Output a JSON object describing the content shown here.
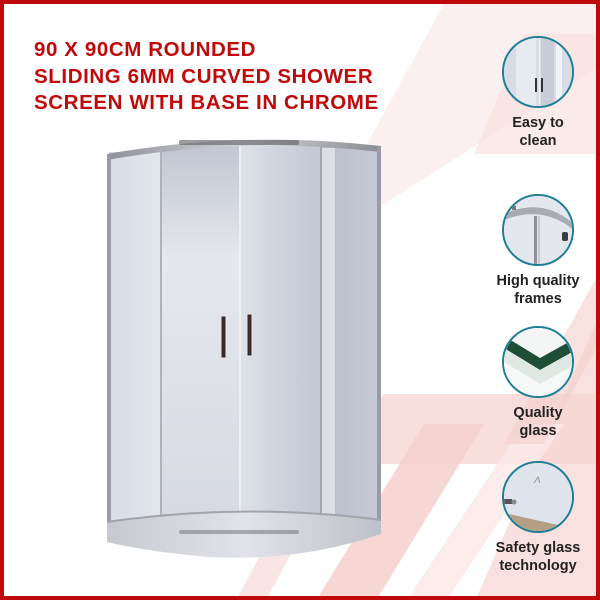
{
  "title": {
    "lines": [
      "90 X 90CM ROUNDED",
      "SLIDING 6MM CURVED SHOWER",
      "SCREEN WITH BASE IN CHROME"
    ]
  },
  "colors": {
    "brand_red": "#c00a0a",
    "circle_border": "#1f7e96",
    "feature_text": "#222222",
    "bg_accent_pink": "#f6d9d6"
  },
  "product_image": {
    "description": "Rounded quadrant sliding shower screen with chrome frame and curved base",
    "icon": "shower-enclosure-image"
  },
  "features": [
    {
      "icon": "door-handles-icon",
      "label_lines": [
        "Easy to",
        "clean"
      ]
    },
    {
      "icon": "frame-roller-icon",
      "label_lines": [
        "High quality",
        "frames"
      ]
    },
    {
      "icon": "glass-edge-icon",
      "label_lines": [
        "Quality",
        "glass"
      ]
    },
    {
      "icon": "safety-glass-icon",
      "label_lines": [
        "Safety glass",
        "technology"
      ]
    }
  ]
}
